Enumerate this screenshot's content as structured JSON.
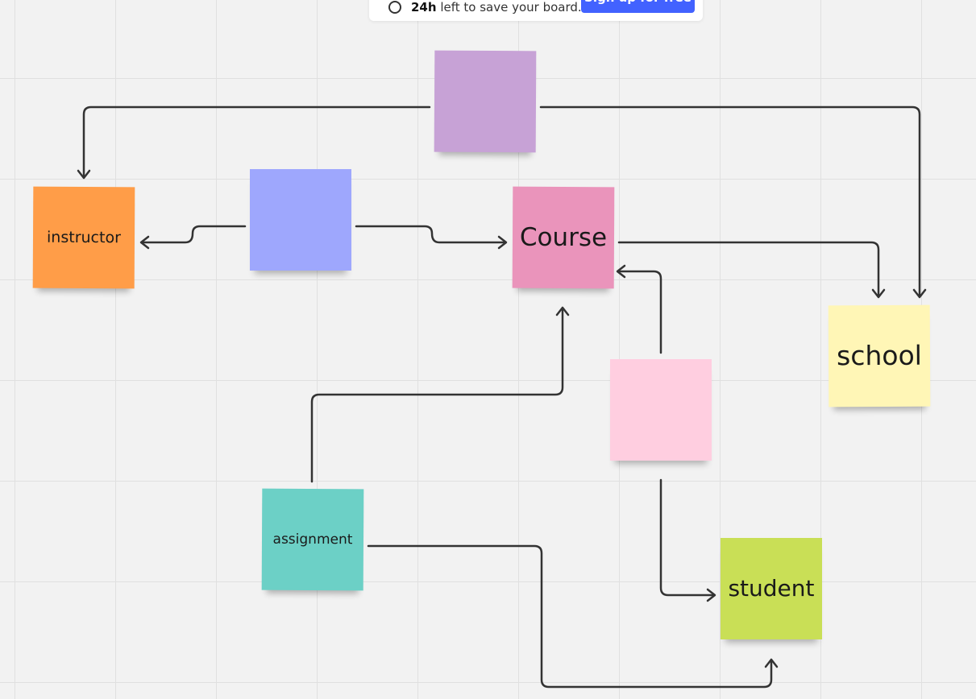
{
  "banner": {
    "time_left": "24h",
    "message": " left to save your board.",
    "signup_label": "Sign up for free"
  },
  "notes": {
    "purple": {
      "label": "",
      "color": "#c7a2d6"
    },
    "blue": {
      "label": "",
      "color": "#9ea7fd"
    },
    "instructor": {
      "label": "instructor",
      "color": "#ff9d48"
    },
    "course": {
      "label": "Course",
      "color": "#ea94bb"
    },
    "school": {
      "label": "school",
      "color": "#fff6b6"
    },
    "pink": {
      "label": "",
      "color": "#ffcee0"
    },
    "assignment": {
      "label": "assignment",
      "color": "#6cd0c6"
    },
    "student": {
      "label": "student",
      "color": "#c9df56"
    }
  },
  "colors": {
    "connector": "#333333",
    "board_background": "#f2f2f2",
    "grid_line": "#e0e0e0",
    "signup_button": "#4262ff"
  }
}
